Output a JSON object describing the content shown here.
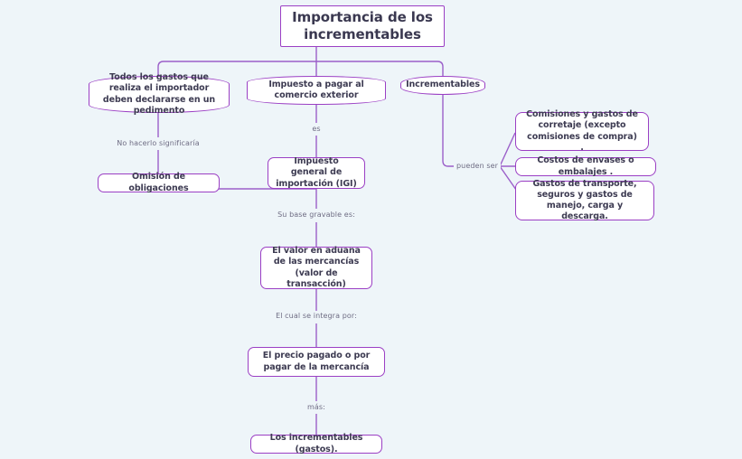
{
  "diagram": {
    "title": "Importancia de los incrementables",
    "background_color": "#eef5f9",
    "node_border_color": "#9b3fc4",
    "edge_color": "#9b5fc9",
    "text_color": "#3d3b52"
  },
  "nodes": {
    "root": "Importancia de los incrementables",
    "branch_left": "Todos los gastos que realiza el importador deben declararse en un pedimento",
    "branch_center": "Impuesto a pagar al comercio exterior",
    "branch_right": "Incrementables",
    "omision": "Omisión de obligaciones",
    "igi": "Impuesto general de importación (IGI)",
    "valor_aduana": "El valor en aduana de las mercancías (valor de transacción)",
    "precio_pagado": "El precio pagado o por pagar de la mercancía",
    "incrementables_gastos": "Los incrementables (gastos).",
    "comisiones": "Comisiones y gastos de corretaje (excepto comisiones de compra) .",
    "envases": "Costos de envases o embalajes .",
    "transporte": "Gastos de transporte, seguros y gastos de manejo, carga y descarga."
  },
  "edge_labels": {
    "no_hacerlo": "No hacerlo significaría",
    "es": "es",
    "base_gravable": "Su base gravable es:",
    "se_integra": "El cual se integra por:",
    "mas": "más:",
    "pueden_ser": "pueden ser"
  }
}
